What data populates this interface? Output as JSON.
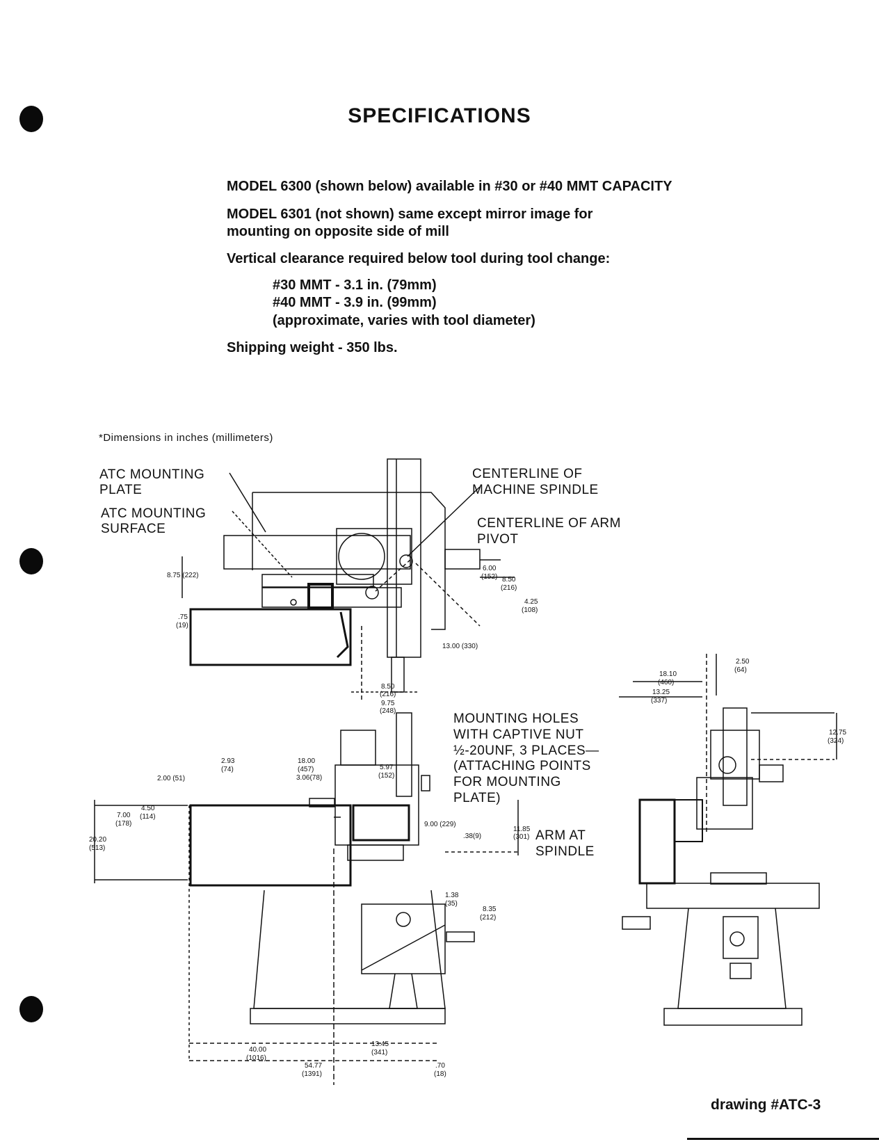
{
  "page": {
    "title": "SPECIFICATIONS",
    "specs": {
      "line1": "MODEL 6300 (shown below) available in #30 or #40 MMT CAPACITY",
      "line2a": "MODEL 6301 (not shown) same except mirror image for",
      "line2b": "mounting on opposite side of mill",
      "line3": "Vertical clearance required below tool during tool change:",
      "line4": "#30 MMT - 3.1 in. (79mm)",
      "line5": "#40 MMT - 3.9 in. (99mm)",
      "line6": "(approximate, varies with tool diameter)",
      "line7": "Shipping weight - 350 lbs."
    },
    "dimension_note": "*Dimensions in inches (millimeters)",
    "drawing_number": "drawing #ATC-3"
  },
  "drawing": {
    "labels": {
      "atc_plate_1": "ATC MOUNTING",
      "atc_plate_2": "PLATE",
      "atc_surface_1": "ATC MOUNTING",
      "atc_surface_2": "SURFACE",
      "spindle_cl_1": "CENTERLINE OF",
      "spindle_cl_2": "MACHINE SPINDLE",
      "arm_cl_1": "CENTERLINE OF ARM",
      "arm_cl_2": "PIVOT",
      "holes_1": "MOUNTING HOLES",
      "holes_2": "WITH CAPTIVE NUT",
      "holes_3": "½-20UNF, 3 PLACES—",
      "holes_4": "(ATTACHING POINTS",
      "holes_5": "FOR MOUNTING",
      "holes_6": "PLATE)",
      "arm_at_1": "ARM AT",
      "arm_at_2": "SPINDLE"
    },
    "dims": {
      "d875": "8.75 (222)",
      "d75a": ".75",
      "d75b": "(19)",
      "d600a": "6.00",
      "d600b": "(152)",
      "d850a": "8.50",
      "d850b": "(216)",
      "d425a": "4.25",
      "d425b": "(108)",
      "d1300": "13.00 (330)",
      "d850c": "8.50",
      "d850d": "(216)",
      "d975a": "9.75",
      "d975b": "(248)",
      "d293a": "2.93",
      "d293b": "(74)",
      "d1800a": "18.00",
      "d1800b": "(457)",
      "d306": "3.06(78)",
      "d597a": "5.97",
      "d597b": "(152)",
      "d200": "2.00 (51)",
      "d450a": "4.50",
      "d450b": "(114)",
      "d700a": "7.00",
      "d700b": "(178)",
      "d2020a": "20.20",
      "d2020b": "(513)",
      "d900": "9.00 (229)",
      "d38": ".38(9)",
      "d1185a": "11.85",
      "d1185b": "(301)",
      "d138a": "1.38",
      "d138b": "(35)",
      "d835a": "8.35",
      "d835b": "(212)",
      "d4000a": "40.00",
      "d4000b": "(1016)",
      "d1345a": "13.45",
      "d1345b": "(341)",
      "d5477a": "54.77",
      "d5477b": "(1391)",
      "d70a": ".70",
      "d70b": "(18)",
      "d1810a": "18.10",
      "d1810b": "(460)",
      "d1325a": "13.25",
      "d1325b": "(337)",
      "d250a": "2.50",
      "d250b": "(64)",
      "d1275a": "12.75",
      "d1275b": "(324)"
    }
  }
}
